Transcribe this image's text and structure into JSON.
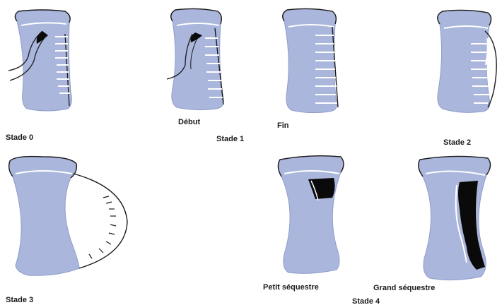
{
  "labels": {
    "stade0": "Stade 0",
    "debut": "Début",
    "fin": "Fin",
    "stade1": "Stade 1",
    "stade2": "Stade 2",
    "stade3": "Stade 3",
    "petit_sequestre": "Petit séquestre",
    "grand_sequestre": "Grand séquestre",
    "stade4": "Stade 4"
  },
  "colors": {
    "bone_fill": "#aab6dc",
    "bone_shade": "#8f9dc9",
    "outline": "#1a1a1a",
    "marrow_white": "#ffffff",
    "sequestrum": "#0a0a0a"
  }
}
